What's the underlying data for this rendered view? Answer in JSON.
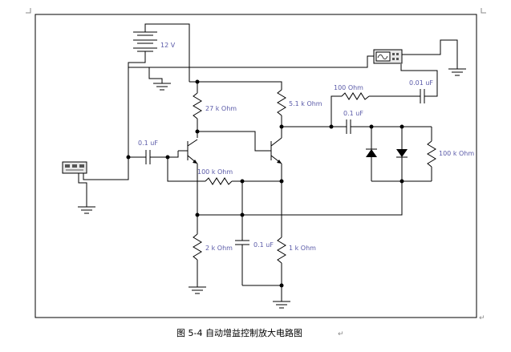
{
  "labels": {
    "battery": "12 V",
    "r_collector1": "27 k Ohm",
    "r_collector2": "5.1 k Ohm",
    "r_feedback_top": "100 Ohm",
    "c_feedback": "0.01 uF",
    "c_out": "0.1 uF",
    "c_in": "0.1 uF",
    "r_feedback_mid": "100 k Ohm",
    "r_load": "100 k Ohm",
    "r_emitter1": "2 k Ohm",
    "c_emitter": "0.1 uF",
    "r_emitter2": "1 k Ohm"
  },
  "caption": "图 5-4  自动增益控制放大电路图",
  "caption_mark": "↵",
  "icons": [
    "function-generator-icon",
    "oscilloscope-icon",
    "ground-icon",
    "npn-transistor-icon",
    "diode-icon",
    "battery-icon",
    "resistor-icon",
    "capacitor-icon"
  ]
}
